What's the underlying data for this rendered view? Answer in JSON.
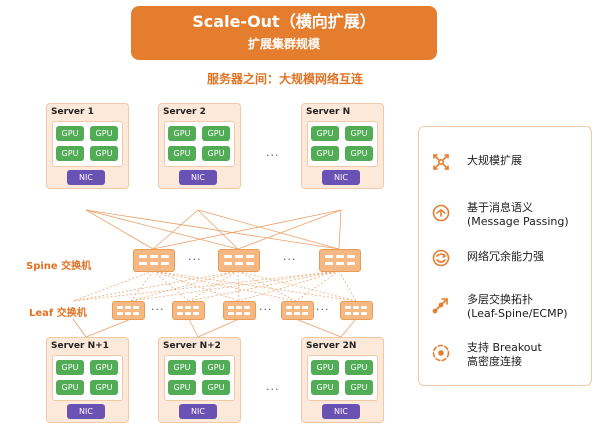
{
  "header": {
    "title": "Scale-Out（横向扩展）",
    "subtitle": "扩展集群规模"
  },
  "section_title": "服务器之间：大规模网络互连",
  "servers_top": [
    {
      "name": "Server 1",
      "gpus": [
        "GPU",
        "GPU",
        "GPU",
        "GPU"
      ],
      "nic": "NIC"
    },
    {
      "name": "Server 2",
      "gpus": [
        "GPU",
        "GPU",
        "GPU",
        "GPU"
      ],
      "nic": "NIC"
    },
    {
      "name": "Server N",
      "gpus": [
        "GPU",
        "GPU",
        "GPU",
        "GPU"
      ],
      "nic": "NIC"
    }
  ],
  "servers_bottom": [
    {
      "name": "Server N+1",
      "gpus": [
        "GPU",
        "GPU",
        "GPU",
        "GPU"
      ],
      "nic": "NIC"
    },
    {
      "name": "Server N+2",
      "gpus": [
        "GPU",
        "GPU",
        "GPU",
        "GPU"
      ],
      "nic": "NIC"
    },
    {
      "name": "Server 2N",
      "gpus": [
        "GPU",
        "GPU",
        "GPU",
        "GPU"
      ],
      "nic": "NIC"
    }
  ],
  "ellipsis": "···",
  "spine_label": "Spine 交换机",
  "leaf_label": "Leaf 交换机",
  "features": [
    {
      "icon": "scale-icon",
      "lines": [
        "大规模扩展"
      ]
    },
    {
      "icon": "message-icon",
      "lines": [
        "基于消息语义",
        "(Message Passing)"
      ]
    },
    {
      "icon": "redundancy-icon",
      "lines": [
        "网络冗余能力强"
      ]
    },
    {
      "icon": "topology-icon",
      "lines": [
        "多层交换拓扑",
        "(Leaf-Spine/ECMP)"
      ]
    },
    {
      "icon": "breakout-icon",
      "lines": [
        "支持 Breakout",
        "高密度连接"
      ]
    }
  ],
  "colors": {
    "accent": "#e57d2e",
    "gpu": "#51ac55",
    "nic": "#6a52b4",
    "server_bg": "#fde9da",
    "switch": "#f6b883",
    "link": "#eca068"
  }
}
